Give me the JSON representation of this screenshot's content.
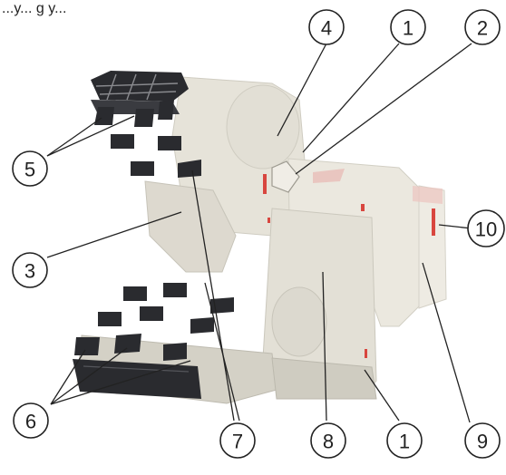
{
  "header_fragment": "...y... g y...",
  "callouts": [
    {
      "id": "c4",
      "number": "4"
    },
    {
      "id": "c1-top",
      "number": "1"
    },
    {
      "id": "c2",
      "number": "2"
    },
    {
      "id": "c5",
      "number": "5"
    },
    {
      "id": "c10",
      "number": "10"
    },
    {
      "id": "c3",
      "number": "3"
    },
    {
      "id": "c6",
      "number": "6"
    },
    {
      "id": "c7",
      "number": "7"
    },
    {
      "id": "c8",
      "number": "8"
    },
    {
      "id": "c1-bottom",
      "number": "1"
    },
    {
      "id": "c9",
      "number": "9"
    }
  ],
  "colors": {
    "body_light": "#e9e6dc",
    "body_mid": "#d8d5c9",
    "body_shadow": "#c3c0b4",
    "terminal_dark": "#2a2b2f",
    "accent_red": "#d8463f"
  }
}
